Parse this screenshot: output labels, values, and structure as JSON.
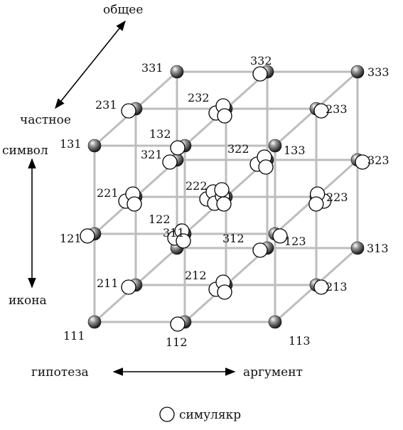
{
  "axes": {
    "general_label": "общее",
    "particular_label": "частное",
    "symbol_label": "символ",
    "icon_label": "икона",
    "hypothesis_label": "гипотеза",
    "argument_label": "аргумент"
  },
  "legend": {
    "label": "симулякр"
  },
  "node_labels": [
    "111",
    "112",
    "113",
    "121",
    "122",
    "123",
    "131",
    "132",
    "133",
    "211",
    "212",
    "213",
    "221",
    "222",
    "223",
    "231",
    "232",
    "233",
    "311",
    "312",
    "313",
    "321",
    "322",
    "323",
    "331",
    "332",
    "333"
  ],
  "simulacra_counts": {
    "111": 0,
    "112": 1,
    "113": 0,
    "121": 1,
    "122": 3,
    "123": 1,
    "131": 0,
    "132": 1,
    "133": 0,
    "211": 1,
    "212": 3,
    "213": 1,
    "221": 3,
    "222": 6,
    "223": 3,
    "231": 1,
    "232": 3,
    "233": 1,
    "311": 0,
    "312": 1,
    "313": 0,
    "321": 1,
    "322": 3,
    "323": 1,
    "331": 0,
    "332": 1,
    "333": 0
  }
}
